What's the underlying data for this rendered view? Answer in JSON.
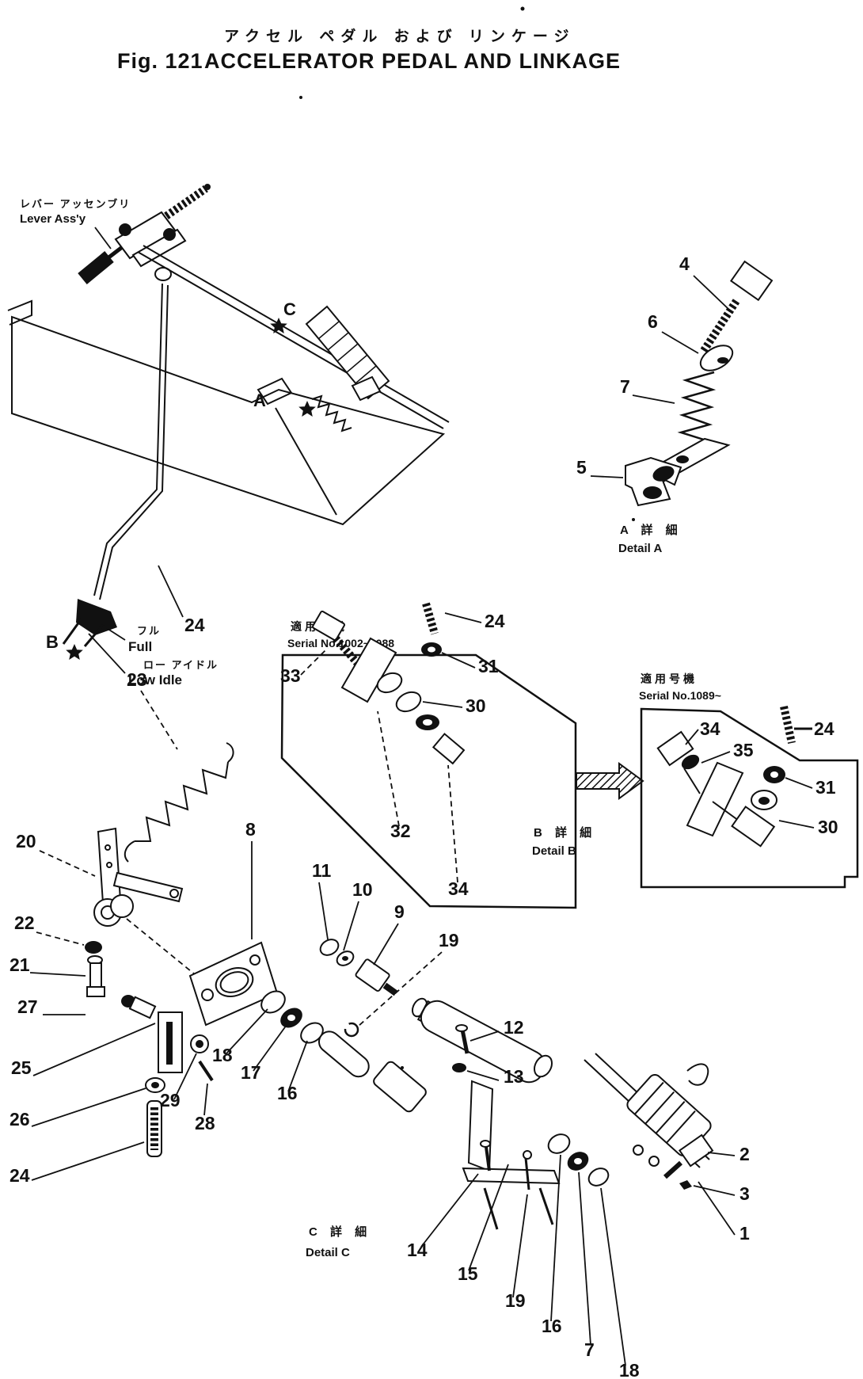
{
  "figure": {
    "fig_label": "Fig. 121",
    "title_en": "ACCELERATOR PEDAL AND LINKAGE",
    "title_jp": "アクセル ペダル および リンケージ"
  },
  "colors": {
    "ink": "#111111",
    "paper": "#ffffff"
  },
  "annotations": {
    "lever_assy_jp": "レバー アッセンブリ",
    "lever_assy_en": "Lever Ass'y",
    "view_c": "C",
    "view_a": "A",
    "view_b": "B",
    "full_jp": "フル",
    "full_en": "Full",
    "low_idle_jp": "ロー アイドル",
    "low_idle_en": "Low Idle",
    "serial_range_early_jp": "適用号機",
    "serial_range_early_en": "Serial No.1002~1088",
    "serial_range_late_jp": "適用号機",
    "serial_range_late_en": "Serial No.1089~",
    "detail_a_jp": "A 詳 細",
    "detail_a_en": "Detail A",
    "detail_b_jp": "B 詳 細",
    "detail_b_en": "Detail B",
    "detail_c_jp": "C 詳 細",
    "detail_c_en": "Detail C"
  },
  "callouts": {
    "main_24": "24",
    "a_4": "4",
    "a_6": "6",
    "a_7": "7",
    "a_5": "5",
    "b1_33": "33",
    "b1_24": "24",
    "b1_31": "31",
    "b1_30": "30",
    "b1_32": "32",
    "b1_34": "34",
    "b2_34": "34",
    "b2_35": "35",
    "b2_24": "24",
    "b2_31": "31",
    "b2_30": "30",
    "l_23": "23",
    "l_20": "20",
    "l_22": "22",
    "l_21": "21",
    "l_27": "27",
    "l_25": "25",
    "l_29": "29",
    "l_28": "28",
    "l_26": "26",
    "l_24": "24",
    "l_8": "8",
    "c_11": "11",
    "c_10": "10",
    "c_9": "9",
    "c_19": "19",
    "c_18": "18",
    "c_17": "17",
    "c_16": "16",
    "c_12": "12",
    "c_13": "13",
    "c_14": "14",
    "c_15": "15",
    "c_19b": "19",
    "c_16b": "16",
    "c_7": "7",
    "c_18b": "18",
    "c_2": "2",
    "c_3": "3",
    "c_1": "1"
  }
}
